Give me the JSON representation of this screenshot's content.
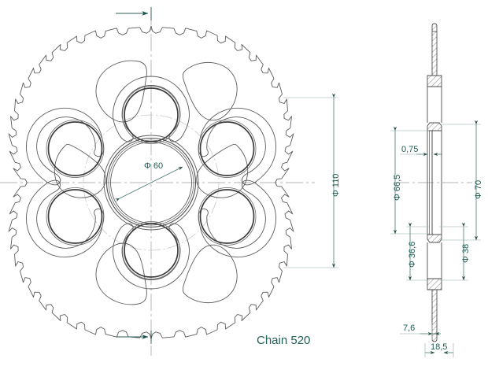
{
  "drawing": {
    "title_note": "Chain 520",
    "views": {
      "front": {
        "name": "sprocket-front-view"
      },
      "section": {
        "name": "sprocket-side-section-view"
      }
    },
    "colors": {
      "dimension_text": "#1d5b52",
      "note_text": "#1f6257",
      "outline": "#5a5a5a",
      "heavy_outline": "#3b3b3b",
      "centerline": "#8a8a8a",
      "background": "#ffffff",
      "arrow": "#15554b"
    }
  },
  "dimensions": {
    "bore": {
      "label": "Φ 60",
      "value": 60,
      "symbol": "Φ",
      "view": "front",
      "orientation": "diagonal"
    },
    "outside_diameter": {
      "label": "Φ 110",
      "value": 110,
      "symbol": "Φ",
      "view": "front",
      "orientation": "vertical"
    },
    "hub_diameter": {
      "label": "Φ 66,5",
      "value": 66.5,
      "symbol": "Φ",
      "view": "section",
      "orientation": "vertical"
    },
    "flange_diameter": {
      "label": "Φ 70",
      "value": 70,
      "symbol": "Φ",
      "view": "section",
      "orientation": "vertical"
    },
    "web_thickness": {
      "label": "0,75",
      "value": 0.75,
      "view": "section",
      "orientation": "horizontal"
    },
    "inner_diameter_a": {
      "label": "Φ 36,6",
      "value": 36.6,
      "symbol": "Φ",
      "view": "section",
      "orientation": "vertical"
    },
    "inner_diameter_b": {
      "label": "Φ 38",
      "value": 38,
      "symbol": "Φ",
      "view": "section",
      "orientation": "vertical"
    },
    "tooth_offset": {
      "label": "7,6",
      "value": 7.6,
      "view": "section",
      "orientation": "horizontal"
    },
    "overall_width": {
      "label": "18,5",
      "value": 18.5,
      "view": "section",
      "orientation": "horizontal"
    }
  },
  "features": {
    "tooth_count": 42,
    "bolt_hole_count": 6,
    "lightening_hole_count": 6,
    "rotation_arrows": 2
  }
}
